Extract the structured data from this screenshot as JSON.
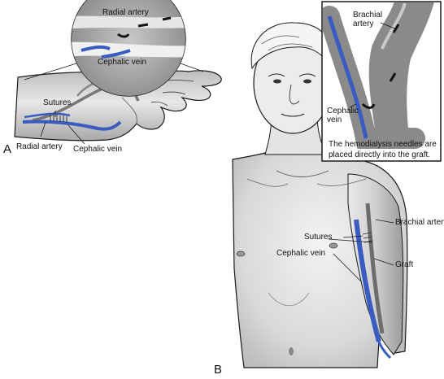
{
  "panel_a": {
    "letter": "A",
    "labels": {
      "radial_artery_top": "Radial artery",
      "cephalic_vein_top": "Cephalic vein",
      "sutures": "Sutures",
      "radial_artery": "Radial artery",
      "cephalic_vein": "Cephalic vein"
    }
  },
  "panel_b": {
    "letter": "B",
    "labels": {
      "brachial_artery_inset": "Brachial artery",
      "cephalic_vein_inset": "Cephalic vein",
      "caption": "The hemodialysis needles are placed directly into the graft.",
      "brachial_artery": "Brachial artery",
      "sutures": "Sutures",
      "graft": "Graft",
      "cephalic_vein": "Cephalic vein"
    }
  },
  "colors": {
    "vein_blue": "#3a5cc0",
    "artery_gray": "#6d6d6d",
    "skin_shade": "#cfcfcf",
    "line": "#1a1a1a"
  }
}
